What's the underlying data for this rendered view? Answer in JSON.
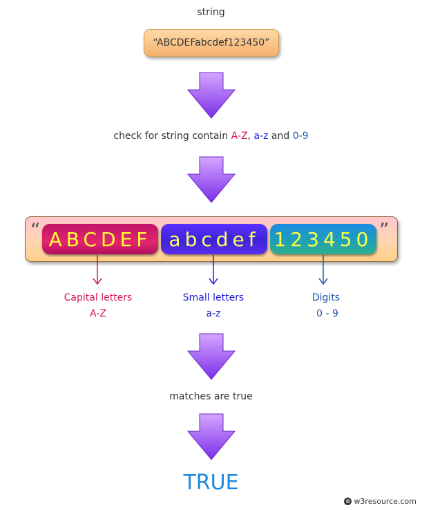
{
  "step1": {
    "title": "string",
    "value": "“ABCDEFabcdef123450”"
  },
  "step2": {
    "prefix": "check for string contain ",
    "caps": "A-Z",
    "sep1": ", ",
    "small": "a-z",
    "sep2": " and ",
    "digits": "0-9"
  },
  "breakdown": {
    "open_quote": "“",
    "close_quote": "”",
    "caps_text": "ABCDEF",
    "small_text": "abcdef",
    "digits_text": "123450"
  },
  "categories": [
    {
      "label": "Capital letters",
      "range": "A-Z"
    },
    {
      "label": "Small letters",
      "range": "a-z"
    },
    {
      "label": "Digits",
      "range": "0 - 9"
    }
  ],
  "step3": {
    "text": "matches are true"
  },
  "result": {
    "text": "TRUE"
  },
  "credit": {
    "text": "w3resource.com"
  },
  "colors": {
    "caps": "#d4145a",
    "small": "#1d1dd6",
    "digits": "#1f57a8",
    "result": "#1a88e0",
    "arrow": "#8a3cf0"
  }
}
